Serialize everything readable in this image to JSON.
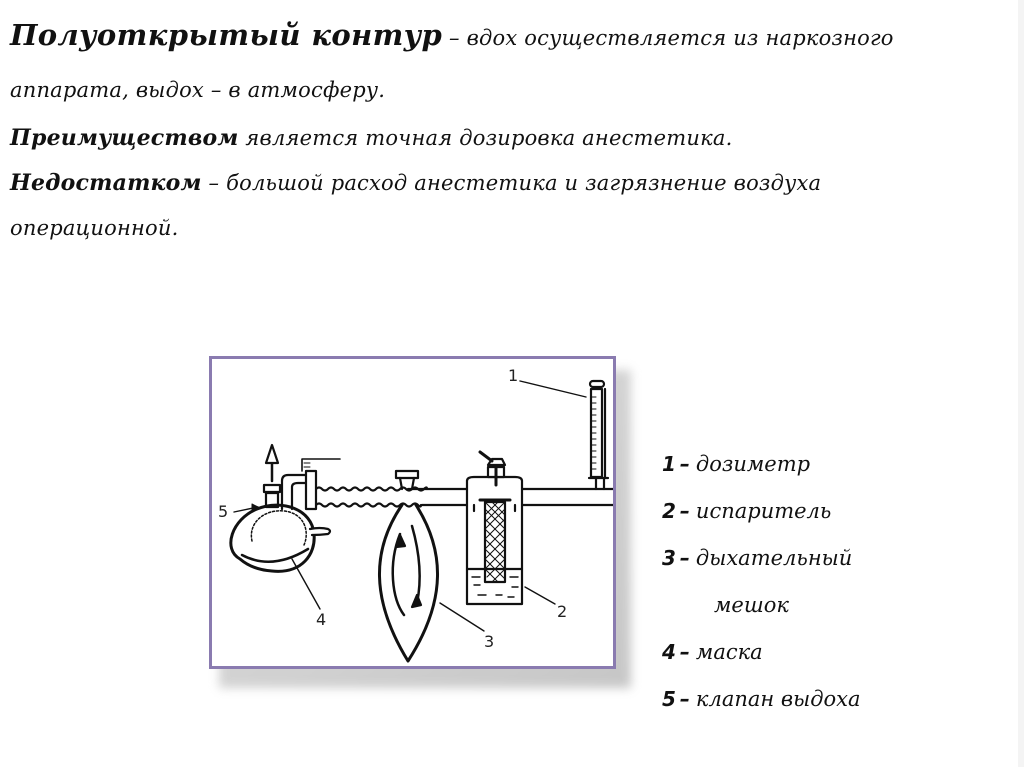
{
  "slide": {
    "heading": {
      "title": "Полуоткрытый контур",
      "dash": " – ",
      "title_rest": "вдох  осуществляется из наркозного",
      "line2": "аппарата, выдох – в атмосферу."
    },
    "advantage": {
      "label": "Преимуществом",
      "text": " является точная дозировка анестетика."
    },
    "disadvantage": {
      "label": "Недостатком",
      "text": " – большой расход анестетика и загрязнение воздуха",
      "line2": "операционной."
    }
  },
  "figure": {
    "description": "Схема полуоткрытого дыхательного контура",
    "frame_border_color": "#8a7bb0",
    "callouts": [
      "1",
      "2",
      "3",
      "4",
      "5"
    ]
  },
  "legend": {
    "items": [
      {
        "num": "1",
        "dash": "–",
        "label": "дозиметр"
      },
      {
        "num": "2",
        "dash": "–",
        "label": "испаритель"
      },
      {
        "num": "3",
        "dash": "–",
        "label": "дыхательный",
        "label_cont": "мешок"
      },
      {
        "num": "4",
        "dash": "–",
        "label": "маска"
      },
      {
        "num": "5",
        "dash": "–",
        "label": "клапан выдоха"
      }
    ]
  }
}
